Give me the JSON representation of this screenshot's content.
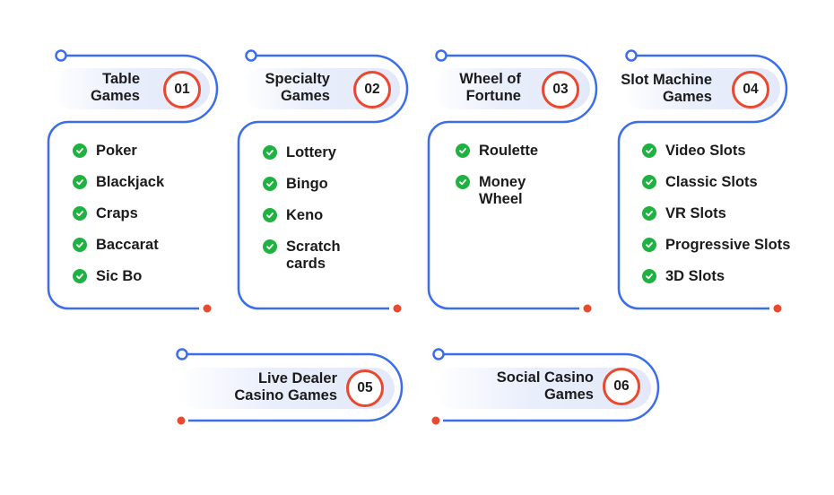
{
  "colors": {
    "frame": "#3b6ee8",
    "accent": "#e8492f",
    "check": "#1fb141"
  },
  "cards": [
    {
      "number": "01",
      "title_line1": "Table",
      "title_line2": "Games",
      "items": [
        "Poker",
        "Blackjack",
        "Craps",
        "Baccarat",
        "Sic Bo"
      ]
    },
    {
      "number": "02",
      "title_line1": "Specialty",
      "title_line2": "Games",
      "items": [
        "Lottery",
        "Bingo",
        "Keno",
        "Scratch cards"
      ]
    },
    {
      "number": "03",
      "title_line1": "Wheel of",
      "title_line2": "Fortune",
      "items": [
        "Roulette",
        "Money Wheel"
      ]
    },
    {
      "number": "04",
      "title_line1": "Slot Machine",
      "title_line2": "Games",
      "items": [
        "Video Slots",
        "Classic Slots",
        "VR Slots",
        "Progressive Slots",
        "3D Slots"
      ]
    },
    {
      "number": "05",
      "title_line1": "Live Dealer",
      "title_line2": "Casino Games",
      "items": []
    },
    {
      "number": "06",
      "title_line1": "Social Casino",
      "title_line2": "Games",
      "items": []
    }
  ]
}
